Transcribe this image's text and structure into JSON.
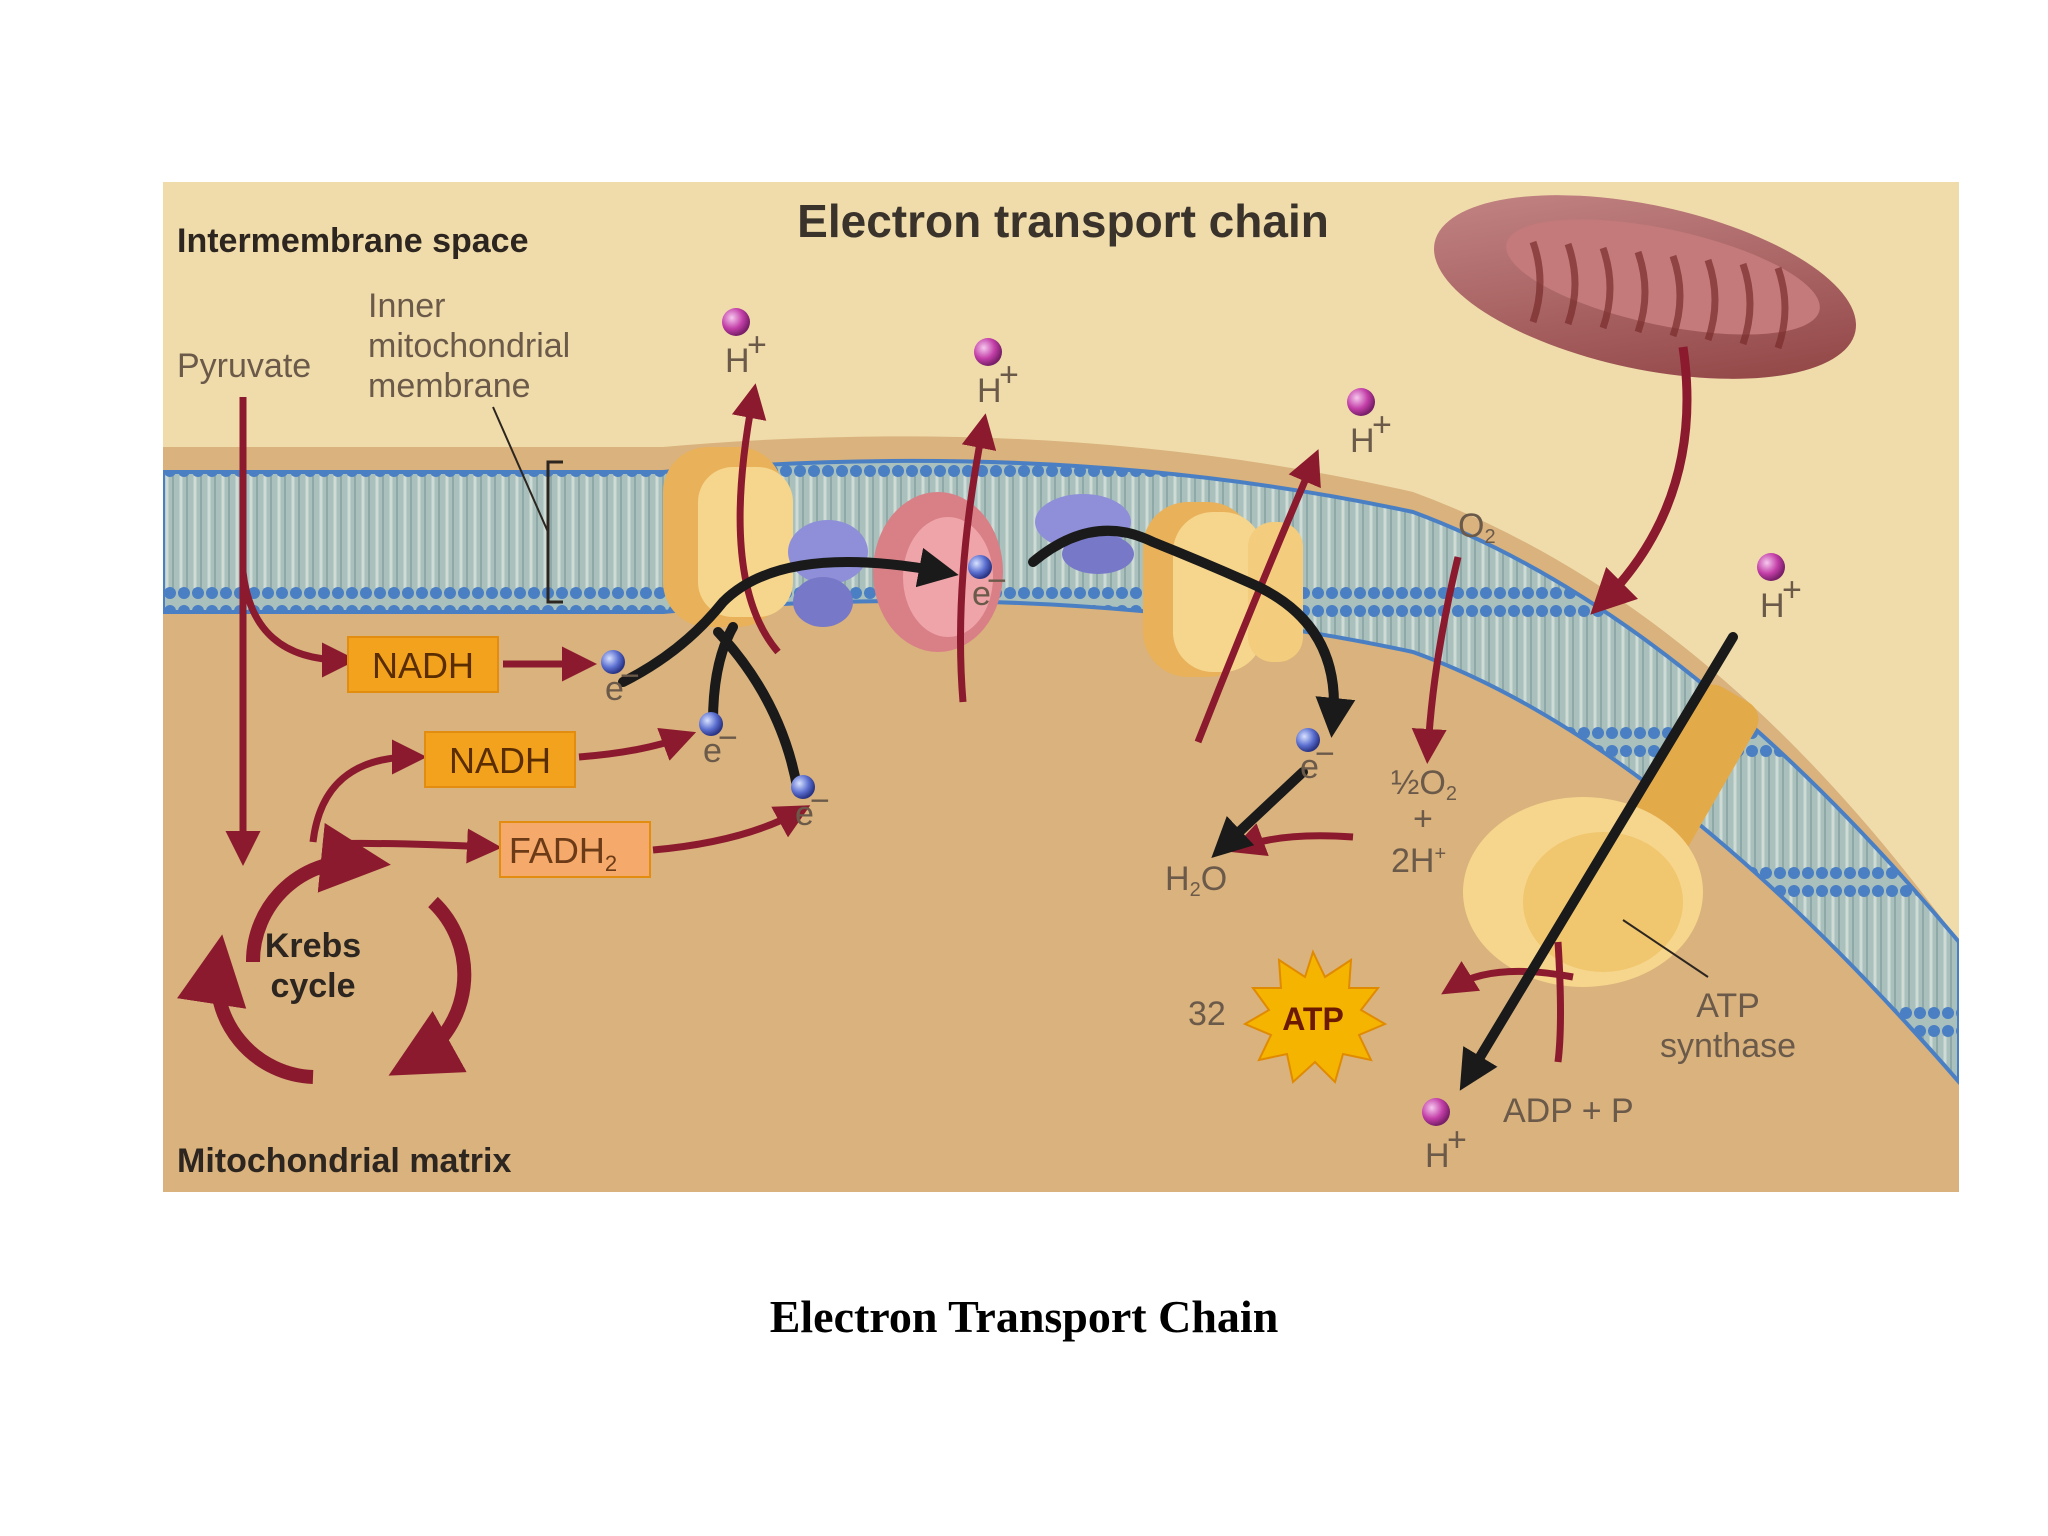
{
  "figure": {
    "title": "Electron transport chain",
    "regions": {
      "intermembrane": "Intermembrane space",
      "matrix": "Mitochondrial matrix"
    },
    "labels": {
      "pyruvate": "Pyruvate",
      "inner_membrane_line1": "Inner",
      "inner_membrane_line2": "mitochondrial",
      "inner_membrane_line3": "membrane",
      "nadh_1": "NADH",
      "nadh_2": "NADH",
      "fadh2": "FADH",
      "fadh2_sub": "2",
      "krebs_line1": "Krebs",
      "krebs_line2": "cycle",
      "electron": "e",
      "electron_sup": "−",
      "proton": "H",
      "proton_sup": "+",
      "o2": "O",
      "o2_sub": "2",
      "half_o2": "½O",
      "half_o2_sub": "2",
      "plus": "+",
      "two_h": "2H",
      "two_h_sup": "+",
      "water": "H",
      "water_sub": "2",
      "water_o": "O",
      "atp_count": "32",
      "atp": "ATP",
      "atp_synthase_line1": "ATP",
      "atp_synthase_line2": "synthase",
      "adp_p": "ADP + P"
    },
    "colors": {
      "background": "#efd9a6",
      "matrix": "#dcb681",
      "membrane": "#9fb7b5",
      "head": "#4a7fc4",
      "arrow_red": "#8c1a2e",
      "electron_path": "#1a1a1a",
      "proton": "#c33fa8",
      "nadh_box": "#f3a21e",
      "atp_star": "#f5b400"
    }
  },
  "caption": "Electron Transport Chain"
}
